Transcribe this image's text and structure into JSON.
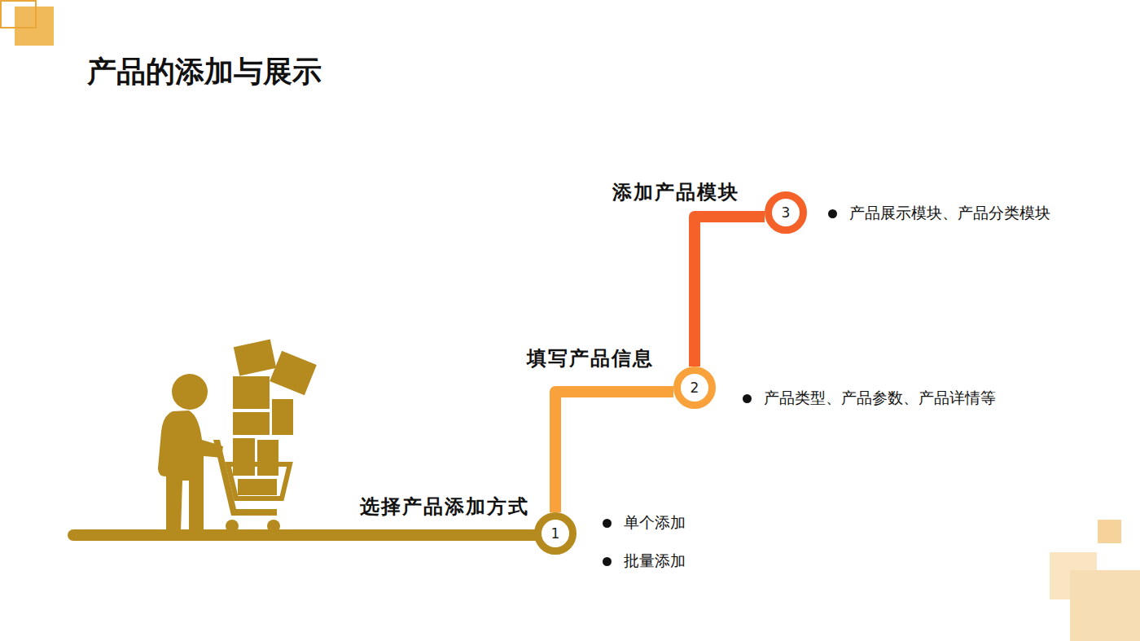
{
  "diagram": {
    "title": "产品的添加与展示",
    "nodes": [
      {
        "text": [
          "选择产品添加方式",
          "1"
        ]
      },
      {
        "text": [
          "填写产品信息",
          "2"
        ]
      },
      {
        "text": [
          "添加产品模块",
          "3"
        ]
      }
    ],
    "edges": [
      {
        "from": 0,
        "to": 1,
        "arrow": "none"
      },
      {
        "from": 1,
        "to": 2,
        "arrow": "none"
      }
    ],
    "labels": [
      "单个添加",
      "批量添加",
      "产品类型、产品参数、产品详情等",
      "产品展示模块、产品分类模块"
    ]
  }
}
